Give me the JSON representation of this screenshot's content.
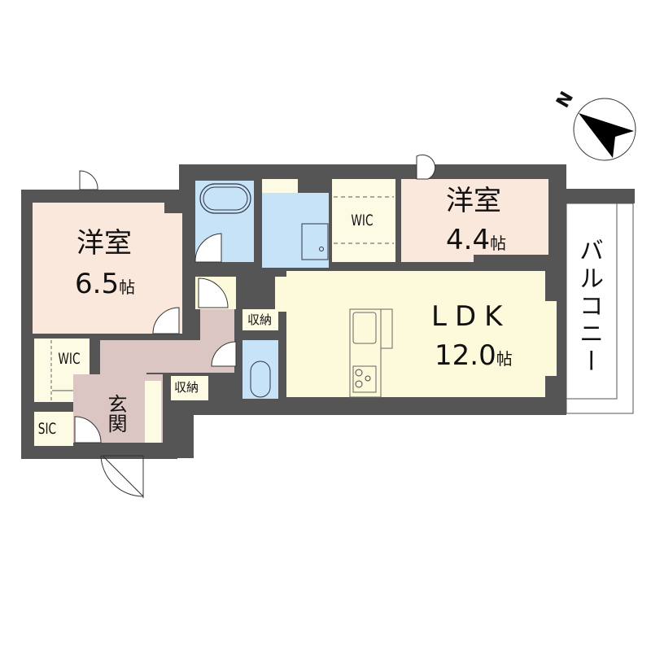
{
  "floorplan": {
    "colors": {
      "wall": "#555555",
      "bedroom": "#fbe8dd",
      "ldk": "#fcfadb",
      "wet_area": "#c6e3f7",
      "hall": "#dcc6c3",
      "closet": "#fdfbe3",
      "balcony": "#ffffff"
    },
    "rooms": {
      "bedroom1": {
        "name": "洋室",
        "size_num": "6.5",
        "size_unit": "帖"
      },
      "bedroom2": {
        "name": "洋室",
        "size_num": "4.4",
        "size_unit": "帖"
      },
      "ldk": {
        "name": "LDK",
        "size_num": "12.0",
        "size_unit": "帖"
      },
      "wic1": {
        "name": "WIC"
      },
      "wic2": {
        "name": "WIC"
      },
      "sic": {
        "name": "SIC"
      },
      "entrance": {
        "name": "玄関"
      },
      "storage1": {
        "name": "収納"
      },
      "storage2": {
        "name": "収納"
      },
      "balcony": {
        "name": "バルコニー"
      }
    },
    "compass": {
      "label": "N"
    }
  }
}
